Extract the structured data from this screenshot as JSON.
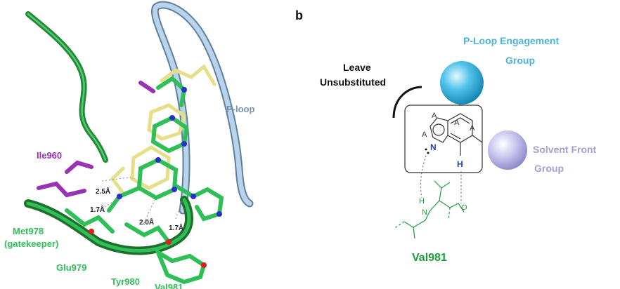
{
  "panel_a": {
    "residues": {
      "ile960": "Ile960",
      "met978": "Met978",
      "gatekeeper": "(gatekeeper)",
      "glu979": "Glu979",
      "tyr980": "Tyr980",
      "val981": "Val981"
    },
    "ploop": "P-loop",
    "distances": {
      "d1": "2.5Å",
      "d2": "1.7Å",
      "d3": "2.0Å",
      "d4": "1.7Å"
    },
    "colors": {
      "ligand_green": "#2fbf57",
      "protein_green": "#1e8a36",
      "ploop_blue": "#9ec1de",
      "ile_purple": "#9932b5",
      "yellow": "#e6df8a",
      "nitrogen_blue": "#2531c8",
      "oxygen_red": "#e01b1b"
    }
  },
  "panel_b": {
    "label": "b",
    "leave_line1": "Leave",
    "leave_line2": "Unsubstituted",
    "ploop_group_line1": "P-Loop Engagement",
    "ploop_group_line2": "Group",
    "solvent_line1": "Solvent Front",
    "solvent_line2": "Group",
    "residue": "Val981",
    "atom_A": "A",
    "atom_N": "N",
    "atom_H": "H",
    "atom_O": "O",
    "colors": {
      "ploop_text": "#4db3d9",
      "solvent_text": "#a4a0d2",
      "green": "#1e9e3e",
      "nitrogen_blue": "#1f3fbf"
    }
  }
}
